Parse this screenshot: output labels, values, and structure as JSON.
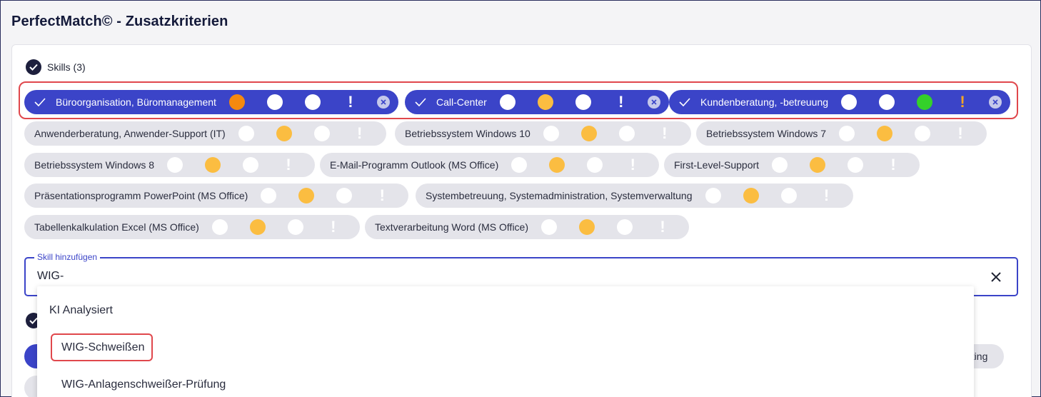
{
  "page": {
    "title": "PerfectMatch© - Zusatzkriterien"
  },
  "skills_section": {
    "heading": "Skills (3)"
  },
  "selected_skills": [
    {
      "label": "Büroorganisation, Büromanagement",
      "dots": [
        "orange",
        "white",
        "white"
      ],
      "excl": "white"
    },
    {
      "label": "Call-Center",
      "dots": [
        "white",
        "yellow",
        "white"
      ],
      "excl": "white"
    },
    {
      "label": "Kundenberatung, -betreuung",
      "dots": [
        "white",
        "white",
        "green"
      ],
      "excl": "orange"
    }
  ],
  "suggested_skills": [
    {
      "label": "Anwenderberatung, Anwender-Support (IT)"
    },
    {
      "label": "Betriebssystem Windows 10"
    },
    {
      "label": "Betriebssystem Windows 7"
    },
    {
      "label": "Betriebssystem Windows 8"
    },
    {
      "label": "E-Mail-Programm Outlook (MS Office)"
    },
    {
      "label": "First-Level-Support"
    },
    {
      "label": "Präsentationsprogramm PowerPoint (MS Office)"
    },
    {
      "label": "Systembetreuung, Systemadministration, Systemverwaltung"
    },
    {
      "label": "Tabellenkalkulation Excel (MS Office)"
    },
    {
      "label": "Textverarbeitung Word (MS Office)"
    }
  ],
  "skill_input": {
    "label": "Skill hinzufügen",
    "value": "WIG-"
  },
  "dropdown": {
    "group_label": "KI Analysiert",
    "options": [
      "WIG-Schweißen",
      "WIG-Anlagenschweißer-Prüfung"
    ]
  },
  "partial_chip": {
    "label": "eting"
  },
  "colors": {
    "accent": "#3b44c8",
    "highlight": "#e0474c",
    "orange": "#f5890f",
    "yellow": "#fbbd41",
    "green": "#34d12a"
  }
}
